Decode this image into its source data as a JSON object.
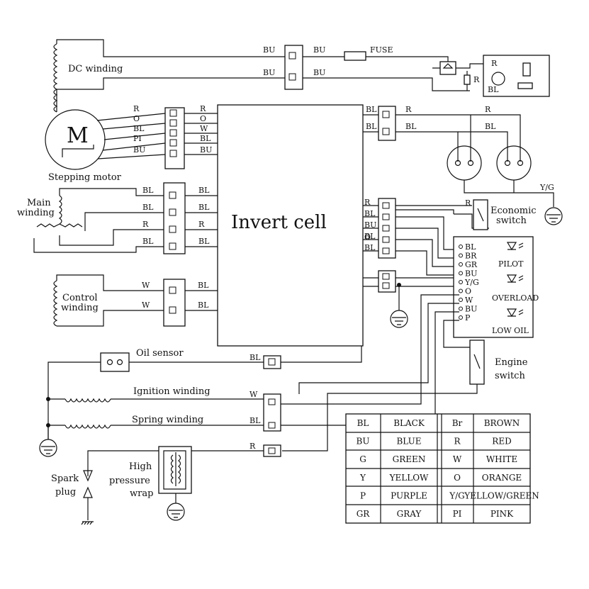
{
  "components": {
    "dc_winding": "DC winding",
    "stepping_motor": "Stepping motor",
    "motor_letter": "M",
    "main_winding_1": "Main",
    "main_winding_2": "winding",
    "control_winding_1": "Control",
    "control_winding_2": "winding",
    "invert_cell": "Invert cell",
    "fuse": "FUSE",
    "economic_switch_1": "Economic",
    "economic_switch_2": "switch",
    "oil_sensor": "Oil sensor",
    "ignition_winding": "Ignition winding",
    "spring_winding": "Spring winding",
    "engine_switch_1": "Engine",
    "engine_switch_2": "switch",
    "spark_plug_1": "Spark",
    "spark_plug_2": "plug",
    "high_pressure_1": "High",
    "high_pressure_2": "pressure",
    "high_pressure_3": "wrap",
    "pilot": "PILOT",
    "overload": "OVERLOAD",
    "low_oil": "LOW OIL",
    "yg_ground": "Y/G"
  },
  "wire_labels": {
    "dc_top_left": "BU",
    "dc_top_right": "BU",
    "dc_bot_left": "BU",
    "dc_bot_right": "BU",
    "socket_r1": "R",
    "socket_r2": "R",
    "socket_bl": "BL",
    "motor_left": [
      "R",
      "O",
      "BL",
      "PI",
      "BU"
    ],
    "motor_right": [
      "R",
      "O",
      "W",
      "BL",
      "BU"
    ],
    "main_left": [
      "BL",
      "BL",
      "R",
      "BL"
    ],
    "main_right": [
      "BL",
      "BL",
      "R",
      "BL"
    ],
    "ctrl_left": [
      "W",
      "W"
    ],
    "ctrl_right": [
      "BL",
      "BL"
    ],
    "out_top_left": [
      "BL",
      "BL"
    ],
    "out_top_right": [
      "R",
      "BL"
    ],
    "out_far_right": [
      "R",
      "BL"
    ],
    "right_block": [
      "R",
      "BL",
      "BU",
      "BL",
      "O",
      "BL"
    ],
    "econ_r": "R",
    "panel_terminals": [
      "BL",
      "BR",
      "GR",
      "BU",
      "Y/G",
      "O",
      "W",
      "BU",
      "P"
    ],
    "oil_bl": "BL",
    "ign_w": "W",
    "spring_bl": "BL",
    "spark_r": "R"
  },
  "legend": {
    "rows": [
      [
        "BL",
        "BLACK",
        "Br",
        "BROWN"
      ],
      [
        "BU",
        "BLUE",
        "R",
        "RED"
      ],
      [
        "G",
        "GREEN",
        "W",
        "WHITE"
      ],
      [
        "Y",
        "YELLOW",
        "O",
        "ORANGE"
      ],
      [
        "P",
        "PURPLE",
        "Y/G",
        "YELLOW/GREEN"
      ],
      [
        "GR",
        "GRAY",
        "PI",
        "PINK"
      ]
    ]
  }
}
